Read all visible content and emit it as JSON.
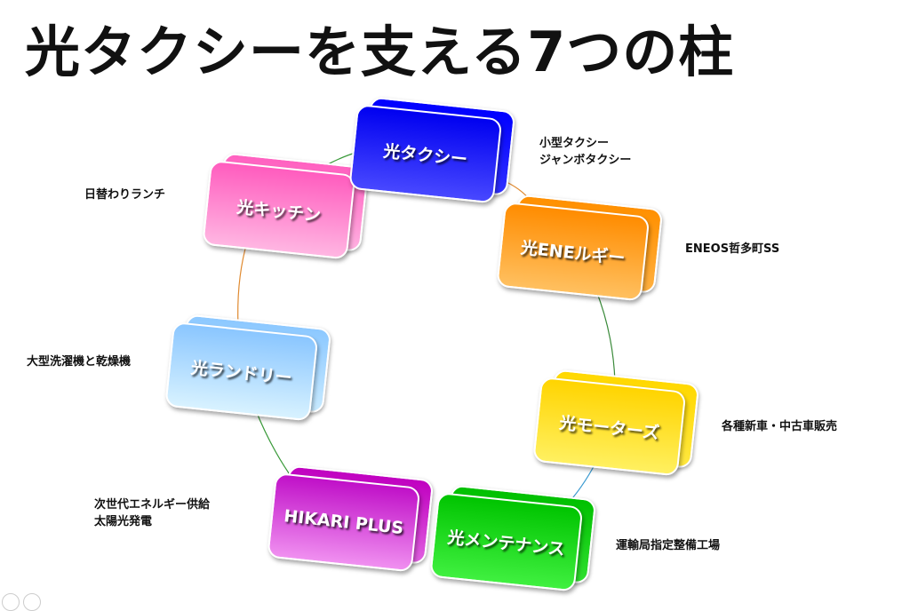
{
  "title": "光タクシーを支える7つの柱",
  "pillars": [
    {
      "label": "光タクシー",
      "desc1": "小型タクシー",
      "desc2": "ジャンボタクシー",
      "color": "#1414ff"
    },
    {
      "label": "光ENEルギー",
      "desc1": "ENEOS哲多町SS",
      "desc2": "",
      "color": "#ff9c1a"
    },
    {
      "label": "光モーターズ",
      "desc1": "各種新車・中古車販売",
      "desc2": "",
      "color": "#ffdc00"
    },
    {
      "label": "光メンテナンス",
      "desc1": "運輸局指定整備工場",
      "desc2": "",
      "color": "#12cc12"
    },
    {
      "label": "HIKARI PLUS",
      "desc1": "次世代エネルギー供給",
      "desc2": "太陽光発電",
      "color": "#cc22cc"
    },
    {
      "label": "光ランドリー",
      "desc1": "大型洗濯機と乾燥機",
      "desc2": "",
      "color": "#a6d6ff"
    },
    {
      "label": "光キッチン",
      "desc1": "日替わりランチ",
      "desc2": "",
      "color": "#ff7acc"
    }
  ]
}
